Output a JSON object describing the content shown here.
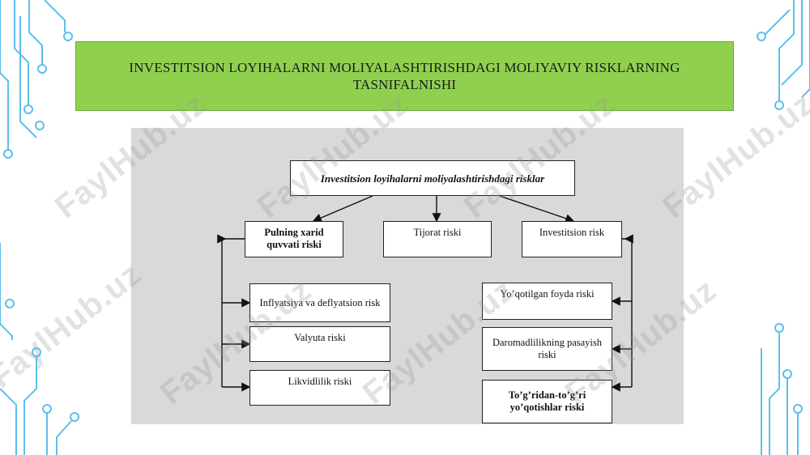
{
  "slide": {
    "title": "INVESTITSION LOYIHALARNI MOLIYALASHTIRISHDAGI MOLIYAVIY RISKLARNING TASNIFALNISHI"
  },
  "diagram": {
    "root": "Investitsion loyihalarni moliyalashtirishdagi risklar",
    "categories": [
      "Pulning xarid quvvati riski",
      "Tijorat riski",
      "Investitsion risk"
    ],
    "left_children": [
      "Inflyatsiya va deflyatsion risk",
      "Valyuta riski",
      "Likvidlilik riski"
    ],
    "right_children": [
      "Yo’qotilgan foyda riski",
      "Daromadlilikning pasayish riski",
      "To’g’ridan-to’g’ri yo’qotishlar riski"
    ]
  },
  "watermark": "FaylHub.uz",
  "colors": {
    "title_background": "#8fd14f",
    "panel_background": "#d9d9d9",
    "decoration_lines": "#5bc0eb"
  }
}
